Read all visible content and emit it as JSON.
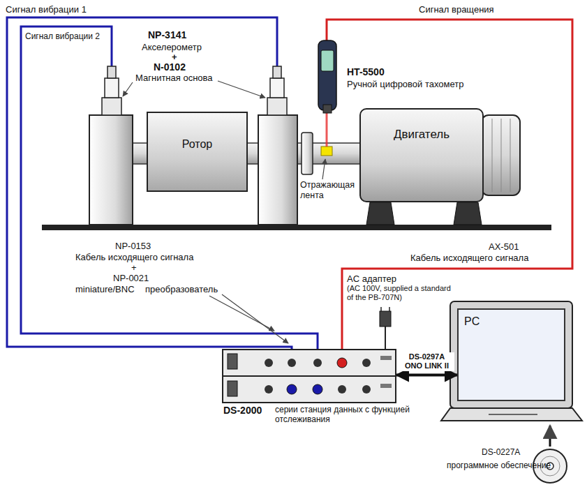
{
  "diagram": {
    "nodes": [
      {
        "text": [
          "Ротор"
        ]
      },
      {
        "text": [
          "Двигатель"
        ]
      },
      {
        "text": [
          "DS-2000",
          "серии станция данных с функцией отслеживания"
        ]
      },
      {
        "text": [
          "PC"
        ]
      }
    ],
    "edges": [
      {
        "from": 2,
        "to": 3,
        "arrow": "both",
        "label": "DS-0297A ONO LINK II"
      }
    ],
    "labels": [
      "Сигнал вибрации 1",
      "Сигнал вращения",
      "NP-3141",
      "Акселерометр",
      "+",
      "N-0102",
      "Магнитная основа",
      "Сигнал вибрации 2",
      "HT-5500",
      "Ручной цифровой тахометр",
      "Отражающая лента",
      "NP-0153",
      "Кабель исходящего сигнала",
      "+",
      "NP-0021",
      "miniature/BNC",
      "преобразователь",
      "AX-501",
      "Кабель исходящего сигнала",
      "AC адаптер",
      "(AC 100V, supplied a standard of the PB-707N)",
      "DS-0227A",
      "программное обеспечение"
    ]
  }
}
